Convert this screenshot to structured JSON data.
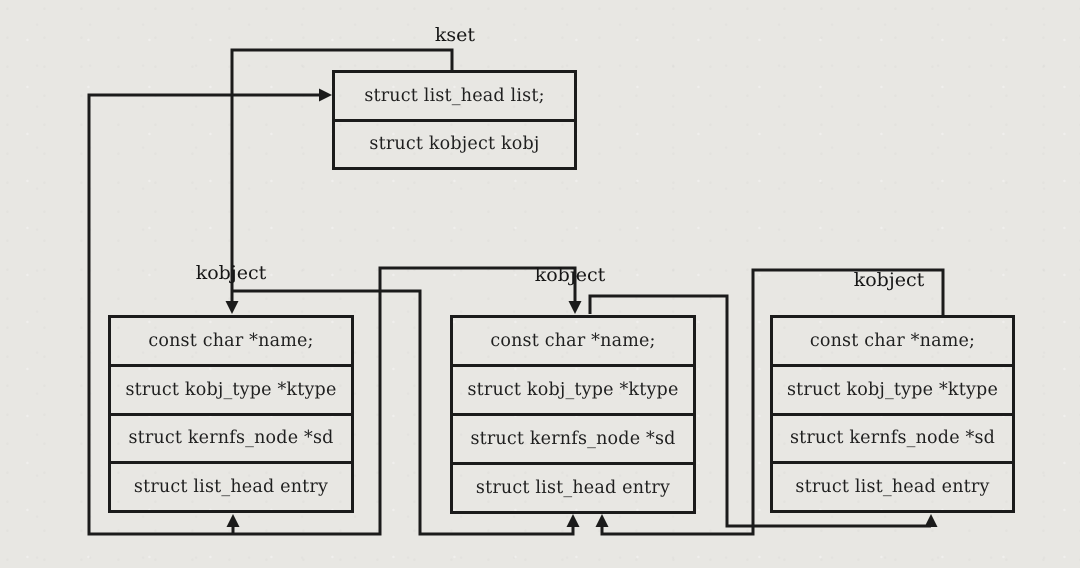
{
  "diagram": {
    "title_hint": "Linux kernel kset / kobject linked-list structure diagram",
    "colors": {
      "background": "#e8e7e3",
      "line": "#1b1b1b",
      "text": "#1f1f1f"
    },
    "kset": {
      "label": "kset",
      "rows": [
        "struct list_head list;",
        "struct kobject kobj"
      ]
    },
    "kobjects": [
      {
        "label": "kobject",
        "rows": [
          "const char *name;",
          "struct kobj_type *ktype",
          "struct kernfs_node *sd",
          "struct list_head entry"
        ]
      },
      {
        "label": "kobject",
        "rows": [
          "const char *name;",
          "struct kobj_type *ktype",
          "struct kernfs_node *sd",
          "struct list_head entry"
        ]
      },
      {
        "label": "kobject",
        "rows": [
          "const char *name;",
          "struct kobj_type *ktype",
          "struct kernfs_node *sd",
          "struct list_head entry"
        ]
      }
    ]
  }
}
